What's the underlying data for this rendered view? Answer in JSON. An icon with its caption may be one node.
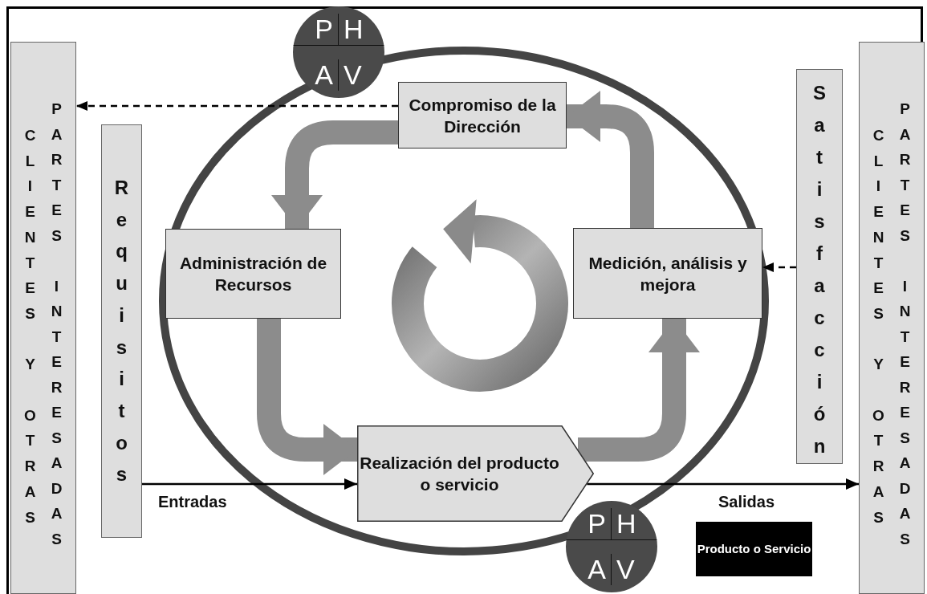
{
  "diagram": {
    "nodes": [
      {
        "text": [
          "CLIENTES Y OTRAS",
          "PARTES INTERESADAS"
        ]
      },
      {
        "text": [
          "Requisitos"
        ]
      },
      {
        "text": [
          "P",
          "H",
          "A",
          "V"
        ]
      },
      {
        "text": [
          "Compromiso de la Dirección"
        ]
      },
      {
        "text": [
          "Administración de Recursos"
        ]
      },
      {
        "text": [
          "Medición, análisis y mejora"
        ]
      },
      {
        "text": [
          "Satisfacción"
        ]
      },
      {
        "text": [
          "Realización del producto o servicio"
        ]
      },
      {
        "text": [
          "P",
          "H",
          "A",
          "V"
        ]
      },
      {
        "text": [
          "CLIENTES Y OTRAS",
          "PARTES INTERESADAS"
        ]
      },
      {
        "text": [
          "Producto o Servicio"
        ]
      }
    ],
    "edges": [
      {
        "from": 3,
        "to": 0,
        "arrow": "to",
        "style": "dashed"
      },
      {
        "from": 6,
        "to": 5,
        "arrow": "to",
        "style": "dashed"
      },
      {
        "from": 1,
        "to": 7,
        "arrow": "to",
        "label": "Entradas"
      },
      {
        "from": 7,
        "to": 9,
        "arrow": "to",
        "label": "Salidas"
      },
      {
        "from": 3,
        "to": 4,
        "arrow": "to",
        "style": "thick",
        "color": "#8c8c8c"
      },
      {
        "from": 4,
        "to": 7,
        "arrow": "to",
        "style": "thick",
        "color": "#8c8c8c"
      },
      {
        "from": 7,
        "to": 5,
        "arrow": "to",
        "style": "thick",
        "color": "#8c8c8c"
      },
      {
        "from": 5,
        "to": 3,
        "arrow": "to",
        "style": "thick",
        "color": "#8c8c8c"
      }
    ]
  }
}
